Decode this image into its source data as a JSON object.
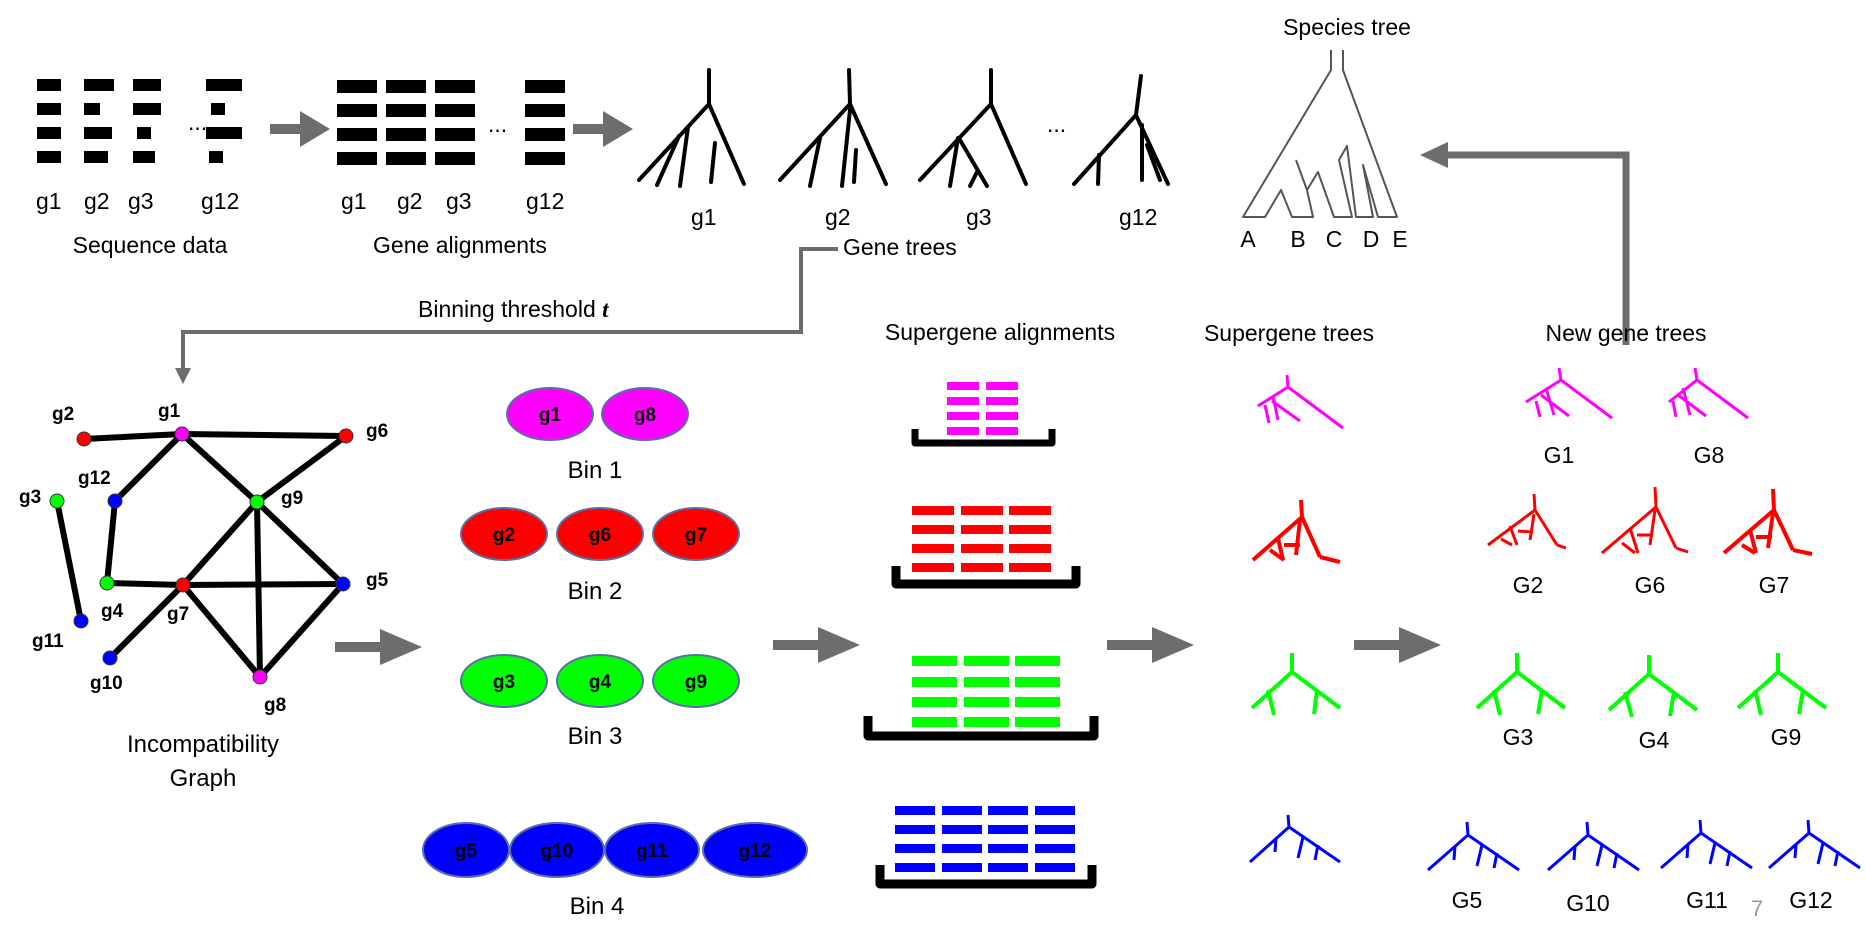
{
  "colors": {
    "bin1": "#ff00ff",
    "bin2": "#ff0000",
    "bin3": "#00ff00",
    "bin4": "#0000ff",
    "arrow": "#6d6d6d",
    "dark": "#000000"
  },
  "pipeline": {
    "sequence": {
      "labels": [
        "g1",
        "g2",
        "g3",
        "g12"
      ],
      "ellipsis": "...",
      "caption": "Sequence data"
    },
    "alignments": {
      "labels": [
        "g1",
        "g2",
        "g3",
        "g12"
      ],
      "ellipsis": "...",
      "caption": "Gene alignments"
    },
    "gene_trees": {
      "labels": [
        "g1",
        "g2",
        "g3",
        "g12"
      ],
      "ellipsis": "...",
      "caption": "Gene trees"
    },
    "species_tree": {
      "title": "Species tree",
      "leaves": [
        "A",
        "B",
        "C",
        "D",
        "E"
      ]
    }
  },
  "binning_threshold": {
    "text": "Binning threshold ",
    "symbol": "t"
  },
  "graph": {
    "caption_line1": "Incompatibility",
    "caption_line2": "Graph",
    "nodes": [
      "g1",
      "g2",
      "g3",
      "g4",
      "g5",
      "g6",
      "g7",
      "g8",
      "g9",
      "g10",
      "g11",
      "g12"
    ]
  },
  "bins": [
    {
      "label": "Bin 1",
      "genes": [
        "g1",
        "g8"
      ]
    },
    {
      "label": "Bin 2",
      "genes": [
        "g2",
        "g6",
        "g7"
      ]
    },
    {
      "label": "Bin 3",
      "genes": [
        "g3",
        "g4",
        "g9"
      ]
    },
    {
      "label": "Bin 4",
      "genes": [
        "g5",
        "g10",
        "g11",
        "g12"
      ]
    }
  ],
  "section_titles": {
    "supergene_alignments": "Supergene alignments",
    "supergene_trees": "Supergene trees",
    "new_gene_trees": "New gene trees"
  },
  "new_gene_trees": [
    [
      "G1",
      "G8"
    ],
    [
      "G2",
      "G6",
      "G7"
    ],
    [
      "G3",
      "G4",
      "G9"
    ],
    [
      "G5",
      "G10",
      "G11",
      "G12"
    ]
  ],
  "page_number": "7"
}
